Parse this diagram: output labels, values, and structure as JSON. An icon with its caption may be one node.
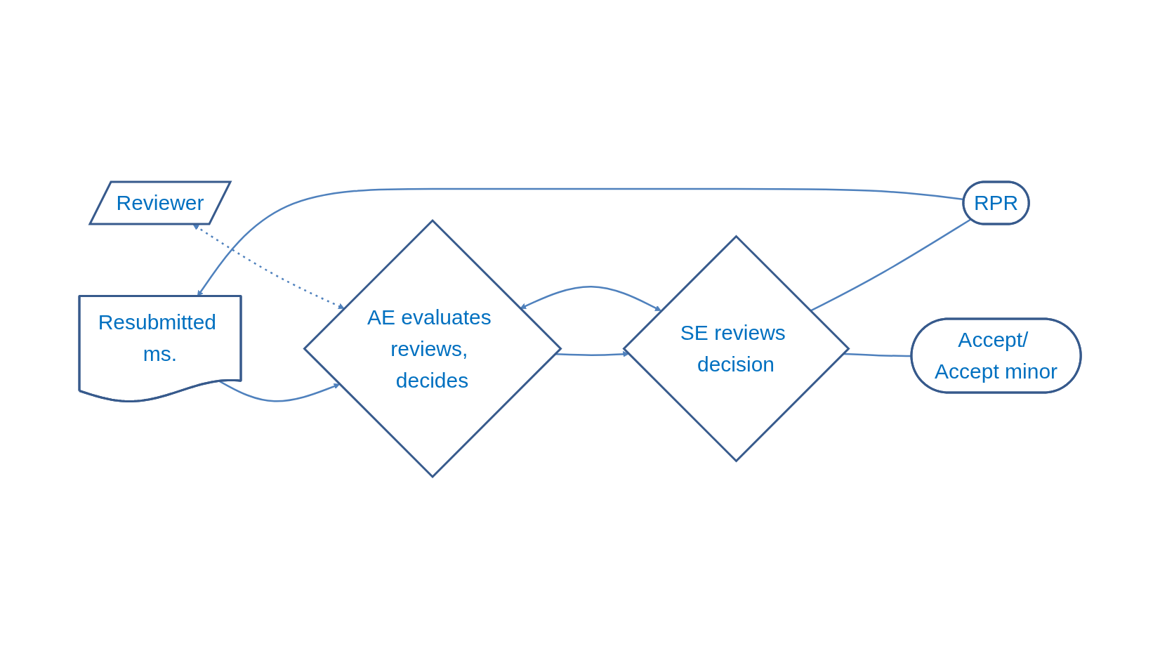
{
  "diagram": {
    "nodes": [
      {
        "text": [
          "Resubmitted ms."
        ]
      },
      {
        "text": [
          "Reviewer"
        ]
      },
      {
        "text": [
          "RPR"
        ]
      },
      {
        "text": [
          "Accept/ Accept minor"
        ]
      },
      {
        "text": [
          "SE reviews decision"
        ]
      },
      {
        "text": [
          "AE evaluates reviews, decides"
        ]
      }
    ],
    "edges": [
      {
        "from": 2,
        "to": 0,
        "arrow": "to"
      },
      {
        "from": 0,
        "to": 5,
        "arrow": "to"
      },
      {
        "from": 1,
        "to": 5,
        "arrow": "both",
        "style": "dashed"
      },
      {
        "from": 4,
        "to": 5,
        "arrow": "both"
      },
      {
        "from": 5,
        "to": 4,
        "arrow": "to"
      },
      {
        "from": 4,
        "to": 2,
        "arrow": "none"
      },
      {
        "from": 4,
        "to": 3,
        "arrow": "none"
      }
    ]
  }
}
